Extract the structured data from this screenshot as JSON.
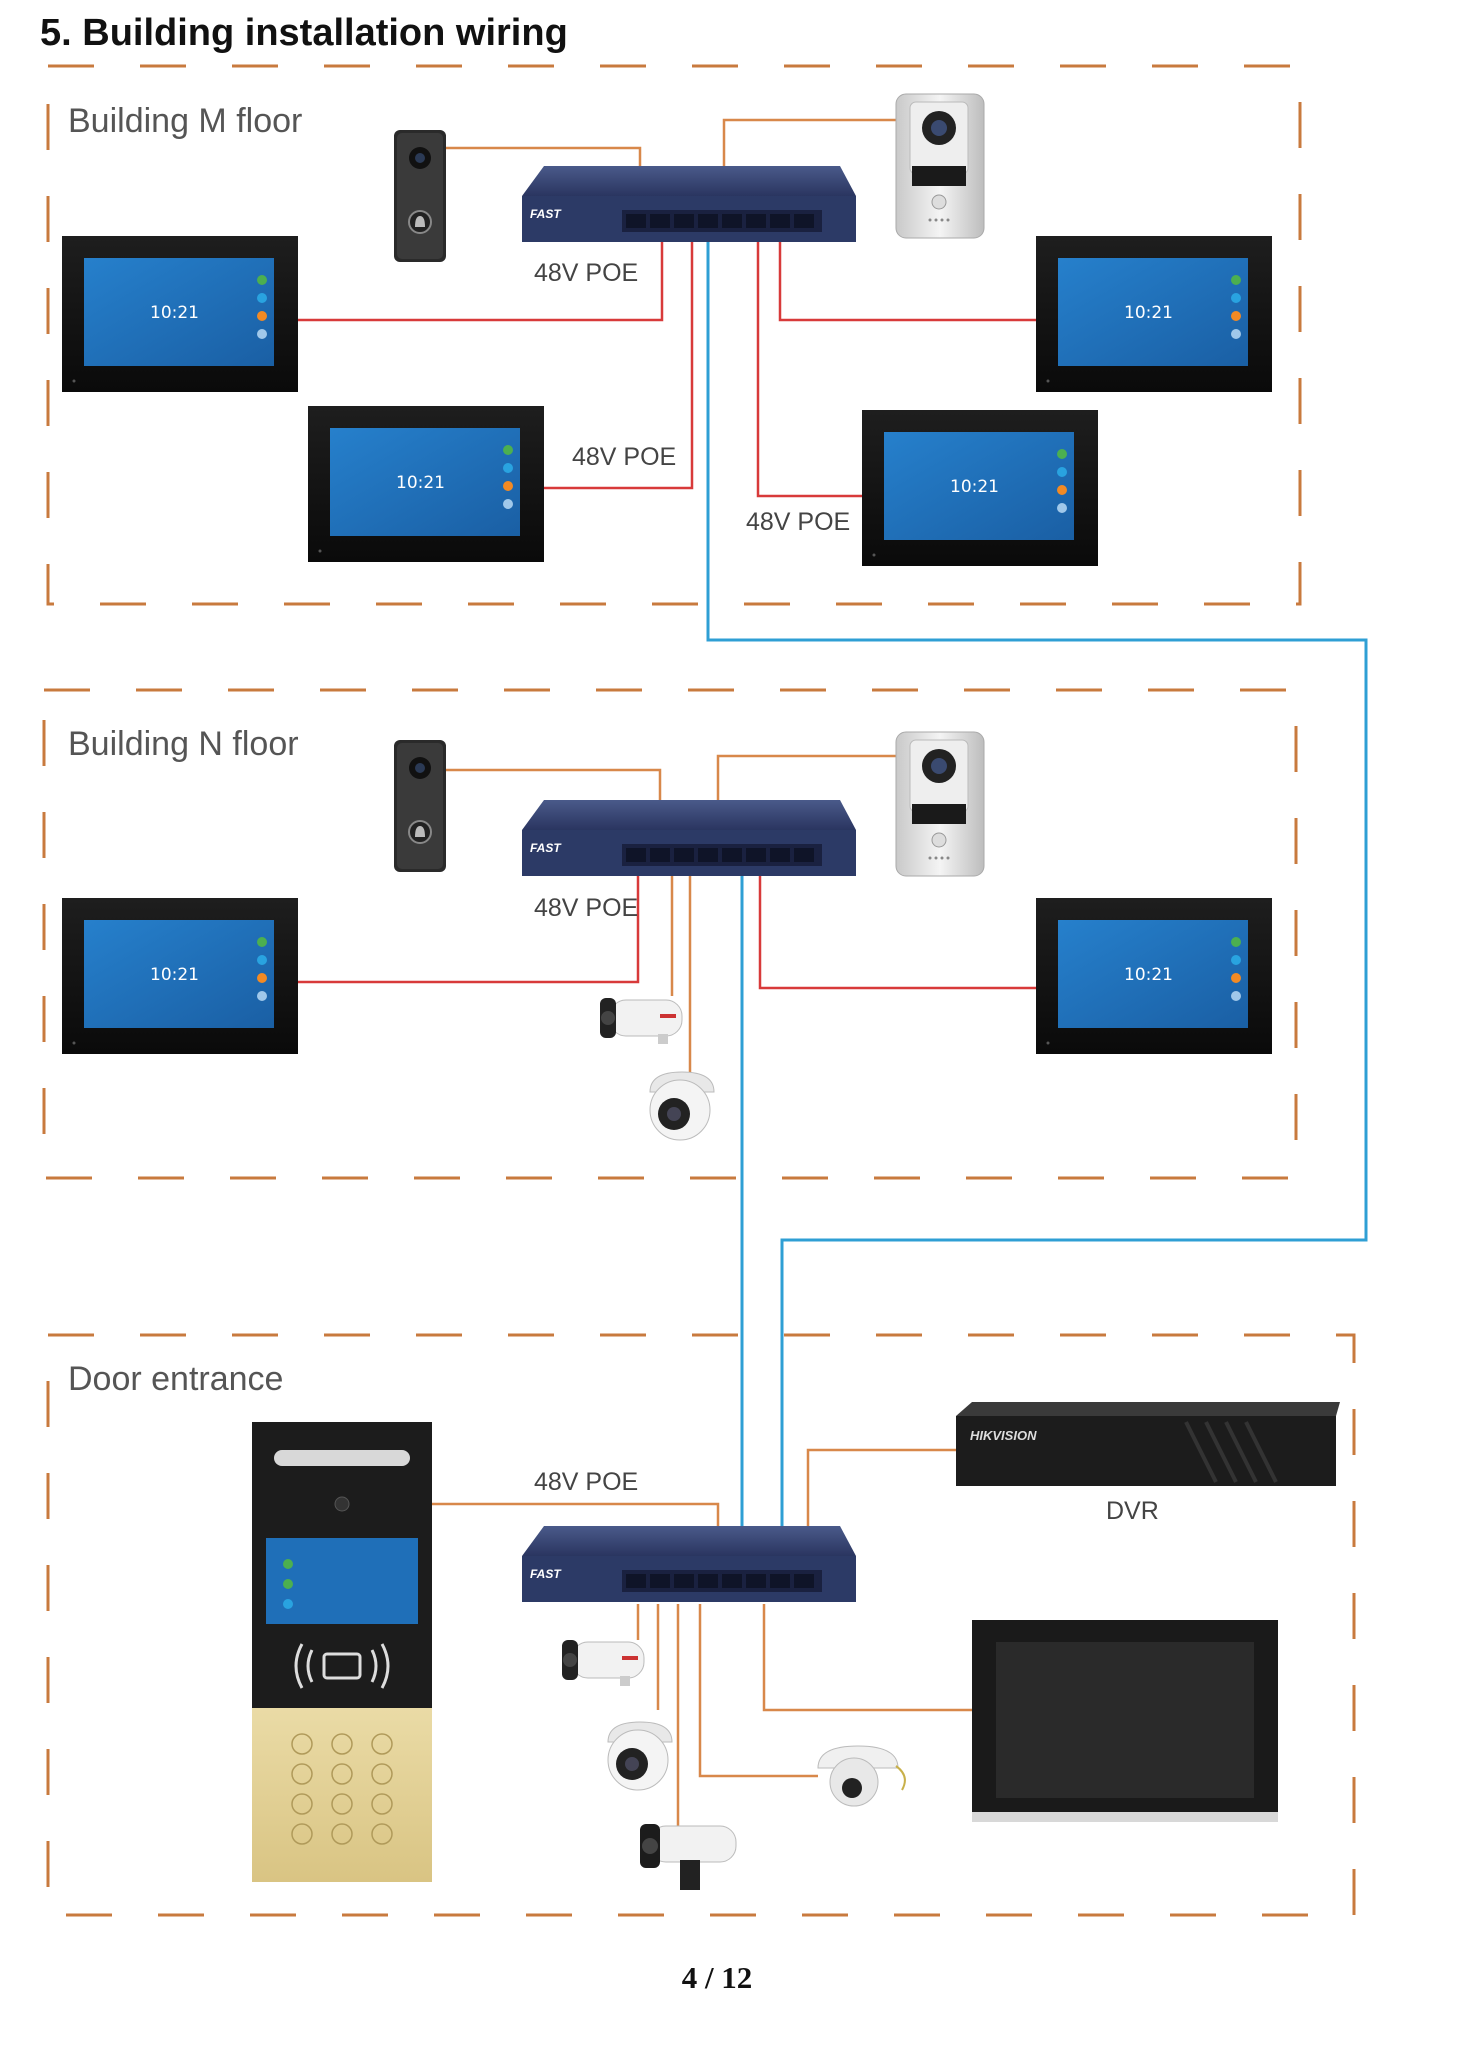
{
  "title": "5. Building installation wiring",
  "sections": {
    "building_m": {
      "label": "Building M floor"
    },
    "building_n": {
      "label": "Building N floor"
    },
    "door_entrance": {
      "label": "Door entrance"
    }
  },
  "labels": {
    "poe": "48V POE",
    "dvr": "DVR"
  },
  "devices": {
    "monitor_clock": "10:21",
    "switch_brand": "FAST",
    "dvr_brand": "HIKVISION"
  },
  "page_number": "4 / 12",
  "colors": {
    "poe_cable": "#d83a3a",
    "net_cable": "#d8884a",
    "backbone_cable": "#2f9fd4",
    "section_border": "#c87a3e",
    "monitor_screen": "#1f6fb8",
    "switch_body": "#2c3a66"
  },
  "icons": [
    "doorbell-icon",
    "door-station-icon",
    "poe-switch-icon",
    "indoor-monitor-icon",
    "bullet-camera-icon",
    "dome-camera-icon",
    "speed-dome-icon",
    "dvr-icon",
    "outdoor-panel-icon",
    "rfid-icon",
    "keypad-icon"
  ]
}
